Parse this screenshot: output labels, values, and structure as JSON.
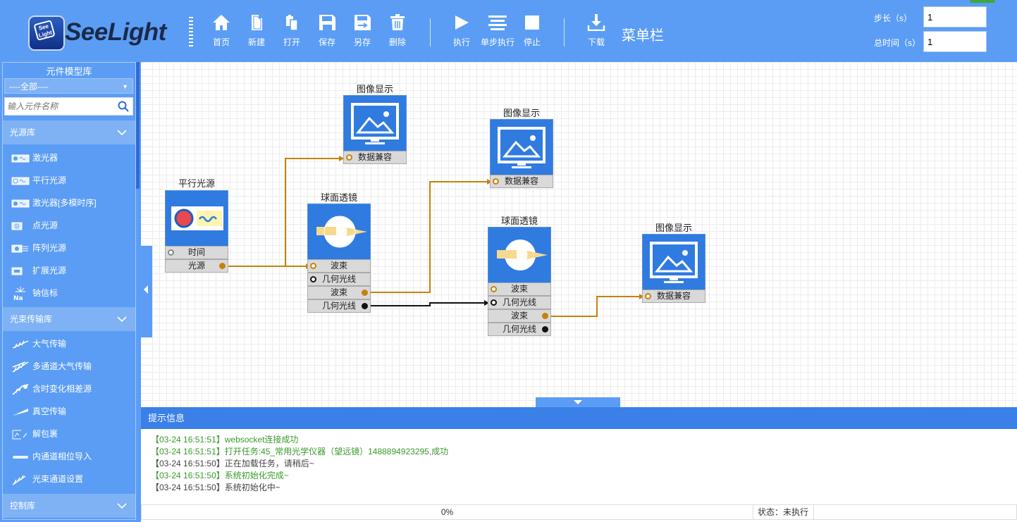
{
  "app": {
    "logo_text": "SeeLight",
    "logo_mini": "See Light"
  },
  "toolbar": {
    "buttons": [
      {
        "label": "首页",
        "icon": "home-icon"
      },
      {
        "label": "新建",
        "icon": "new-file-icon"
      },
      {
        "label": "打开",
        "icon": "open-icon"
      },
      {
        "label": "保存",
        "icon": "save-icon"
      },
      {
        "label": "另存",
        "icon": "save-as-icon"
      },
      {
        "label": "删除",
        "icon": "delete-icon"
      },
      {
        "label": "执行",
        "icon": "play-icon"
      },
      {
        "label": "单步执行",
        "icon": "step-icon"
      },
      {
        "label": "停止",
        "icon": "stop-icon"
      },
      {
        "label": "下载",
        "icon": "download-icon"
      }
    ],
    "menu_title": "菜单栏",
    "step_label": "步长（s）",
    "step_value": "1",
    "total_time_label": "总时间（s）",
    "total_time_value": "1"
  },
  "sidebar": {
    "title": "元件模型库",
    "filter_selected": "----全部----",
    "search_placeholder": "输入元件名称",
    "categories": [
      {
        "name": "光源库",
        "items": [
          "激光器",
          "平行光源",
          "激光器[多模时序]",
          "点光源",
          "阵列光源",
          "扩展光源",
          "钠信标"
        ]
      },
      {
        "name": "光束传输库",
        "items": [
          "大气传输",
          "多通道大气传输",
          "含时变化相差源",
          "真空传输",
          "解包裹",
          "内通道相位导入",
          "光束通道设置"
        ]
      },
      {
        "name": "控制库",
        "items": []
      }
    ]
  },
  "nodes": {
    "source": {
      "title": "平行光源",
      "ports": [
        "时间",
        "光源"
      ]
    },
    "lens1": {
      "title": "球面透镜",
      "ports": [
        "波束",
        "几何光线",
        "波束",
        "几何光线"
      ]
    },
    "lens2": {
      "title": "球面透镜",
      "ports": [
        "波束",
        "几何光线",
        "波束",
        "几何光线"
      ]
    },
    "display1": {
      "title": "图像显示",
      "ports": [
        "数据兼容"
      ]
    },
    "display2": {
      "title": "图像显示",
      "ports": [
        "数据兼容"
      ]
    },
    "display3": {
      "title": "图像显示",
      "ports": [
        "数据兼容"
      ]
    }
  },
  "console": {
    "title": "提示信息",
    "logs": [
      {
        "text": "【03-24 16:51:51】websocket连接成功",
        "color": "green"
      },
      {
        "text": "【03-24 16:51:51】打开任务:45_常用光学仪器（望远镜）1488894923295,成功",
        "color": "green"
      },
      {
        "text": "【03-24 16:51:50】正在加载任务，请稍后~",
        "color": "gray"
      },
      {
        "text": "【03-24 16:51:50】系统初始化完成~",
        "color": "green"
      },
      {
        "text": "【03-24 16:51:50】系统初始化中~",
        "color": "gray"
      }
    ]
  },
  "status": {
    "progress": "0%",
    "state": "状态：未执行"
  },
  "colors": {
    "accent": "#5b9df5",
    "node_blue": "#2f7be0",
    "wire_orange": "#c4820d",
    "log_green": "#3a9a2b"
  }
}
